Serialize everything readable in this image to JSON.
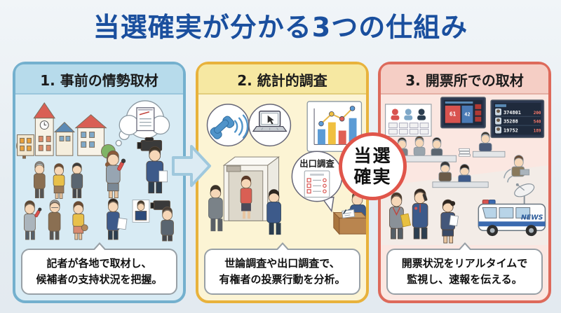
{
  "page": {
    "title": "当選確実が分かる3つの仕組み"
  },
  "badge": {
    "line1": "当選",
    "line2": "確実"
  },
  "panels": [
    {
      "header": "1. 事前の情勢取材",
      "caption": {
        "line1": "記者が各地で取材し、",
        "line2": "候補者の支持状況を把握。"
      },
      "accent_color": "#74b0ce"
    },
    {
      "header": "2. 統計的調査",
      "caption": {
        "line1": "世論調査や出口調査で、",
        "line2": "有権者の投票行動を分析。"
      },
      "accent_color": "#e8b23c"
    },
    {
      "header": "3. 開票所での取材",
      "caption": {
        "line1": "開票状況をリアルタイムで",
        "line2": "監視し、速報を伝える。"
      },
      "accent_color": "#dd6a5b"
    }
  ],
  "illustrations": {
    "exit_poll_bubble_label": "出口調査",
    "news_van_label": "NEWS",
    "tally_monitor": {
      "share_left": "61",
      "share_right": "42"
    },
    "results_monitor": {
      "rows": [
        {
          "votes": "374801",
          "gain": "200"
        },
        {
          "votes": "35288",
          "gain": "540"
        },
        {
          "votes": "19752",
          "gain": "189"
        }
      ]
    }
  },
  "colors": {
    "title": "#1a4f9e",
    "background": "#e6edf2",
    "badge_border": "#e0554a",
    "bubble_border": "#98a0a6"
  }
}
